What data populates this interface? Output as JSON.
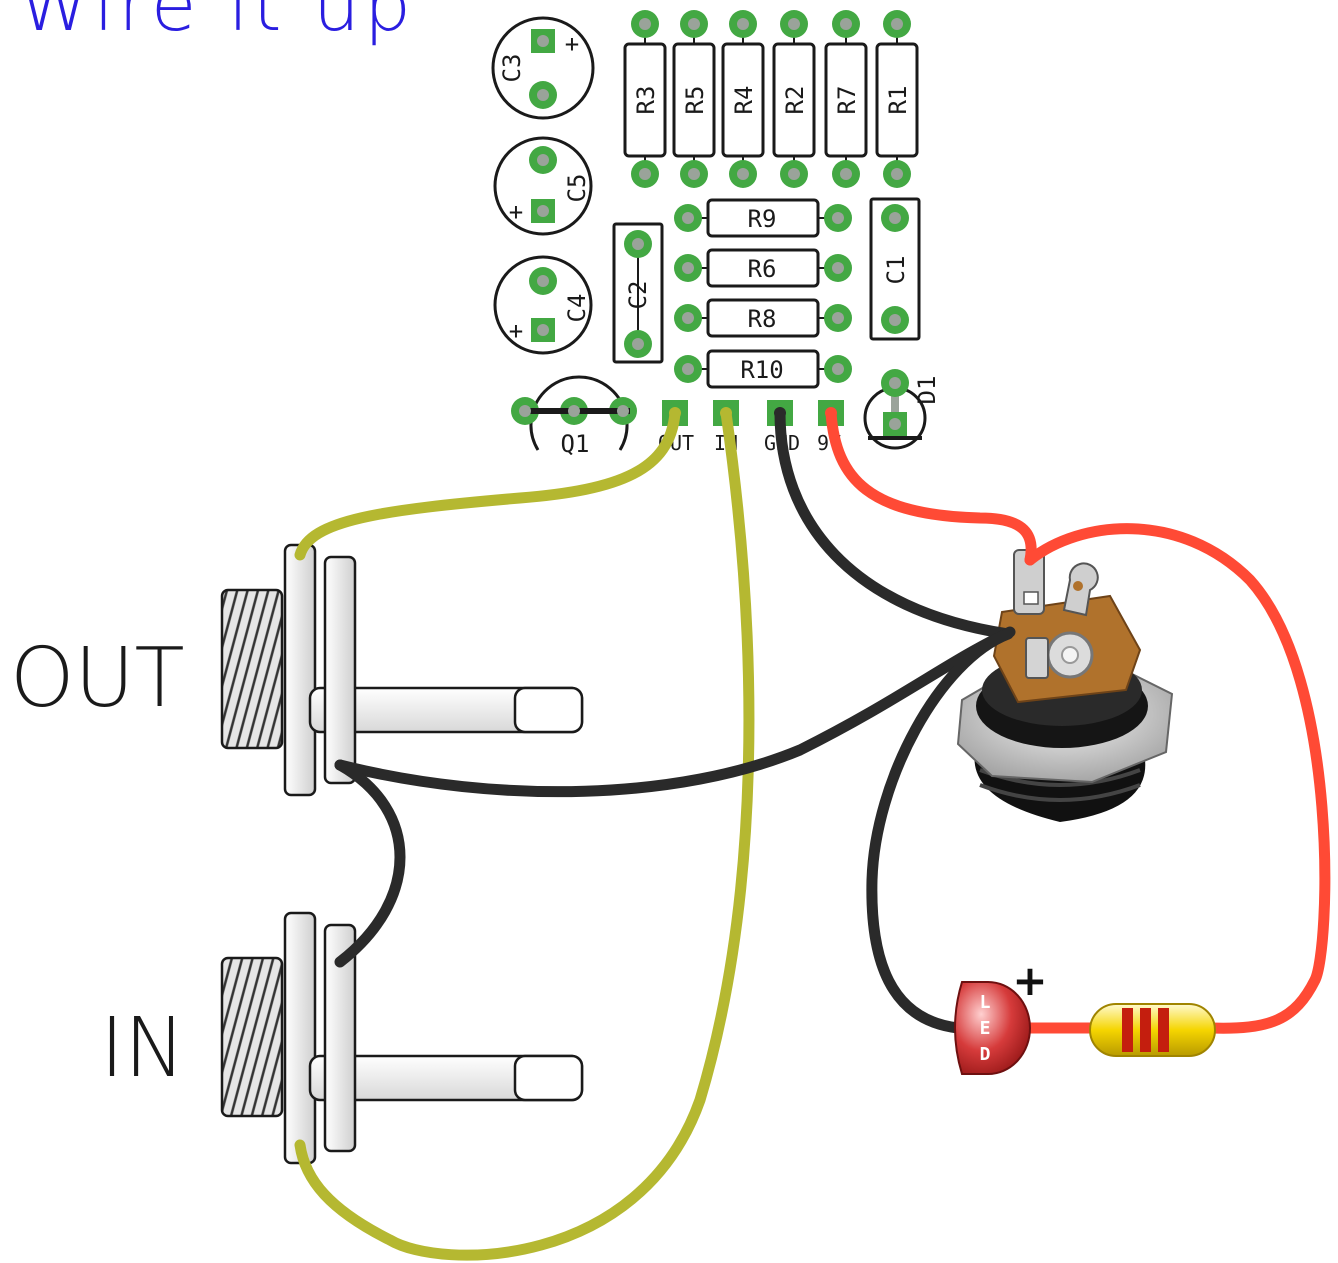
{
  "title": "Wire it up",
  "resistors": [
    "R3",
    "R5",
    "R4",
    "R2",
    "R7",
    "R1"
  ],
  "horizontal_resistors": [
    "R9",
    "R6",
    "R8",
    "R10"
  ],
  "capacitors": {
    "c3": "C3",
    "c5": "C5",
    "c4": "C4",
    "c2": "C2",
    "c1": "C1"
  },
  "polarity_mark": "+",
  "transistor": "Q1",
  "diode": "D1",
  "pins": {
    "out": "OUT",
    "in": "IN",
    "gnd": "GND",
    "v9": "9V"
  },
  "jacks": {
    "out": "OUT",
    "in": "IN"
  },
  "led": {
    "letters": [
      "L",
      "E",
      "D"
    ],
    "plus": "+"
  },
  "colors": {
    "title": "#2a1ee0",
    "pad": "#43a843",
    "wire_signal": "#b5b831",
    "wire_ground": "#2a2a2a",
    "wire_power": "#ff4a35"
  }
}
